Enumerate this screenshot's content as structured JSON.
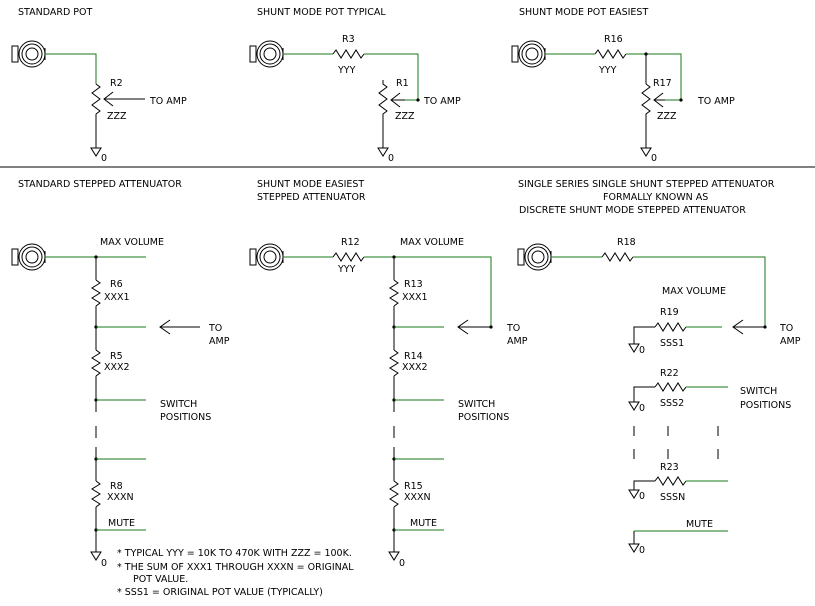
{
  "titles": {
    "standard_pot": "STANDARD POT",
    "shunt_typical": "SHUNT MODE POT TYPICAL",
    "shunt_easiest": "SHUNT MODE POT EASIEST",
    "std_stepped": "STANDARD STEPPED ATTENUATOR",
    "shunt_stepped_1": "SHUNT MODE EASIEST",
    "shunt_stepped_2": "STEPPED ATTENUATOR",
    "sss_1": "SINGLE SERIES SINGLE SHUNT STEPPED ATTENUATOR",
    "sss_2": "FORMALLY KNOWN AS",
    "sss_3": "DISCRETE SHUNT MODE STEPPED ATTENUATOR"
  },
  "labels": {
    "to": "TO",
    "amp": "AMP",
    "to_amp": "TO AMP",
    "max_volume": "MAX VOLUME",
    "switch": "SWITCH",
    "positions": "POSITIONS",
    "mute": "MUTE",
    "ground": "0",
    "yyy": "YYY",
    "zzz": "ZZZ"
  },
  "parts": {
    "r1": "R1",
    "r2": "R2",
    "r3": "R3",
    "r5": "R5",
    "r6": "R6",
    "r8": "R8",
    "r12": "R12",
    "r13": "R13",
    "r14": "R14",
    "r15": "R15",
    "r16": "R16",
    "r17": "R17",
    "r18": "R18",
    "r19": "R19",
    "r22": "R22",
    "r23": "R23"
  },
  "values": {
    "xxx1": "XXX1",
    "xxx2": "XXX2",
    "xxxn": "XXXN",
    "sss1": "SSS1",
    "sss2": "SSS2",
    "sssn": "SSSN"
  },
  "notes": [
    "* TYPICAL YYY = 10K TO 470K WITH ZZZ = 100K.",
    "* THE SUM OF XXX1 THROUGH XXXN = ORIGINAL",
    "POT VALUE.",
    "* SSS1 = ORIGINAL POT VALUE (TYPICALLY)"
  ],
  "colors": {
    "wire": "#1a7a1a",
    "ink": "#000000",
    "background": "#ffffff"
  }
}
